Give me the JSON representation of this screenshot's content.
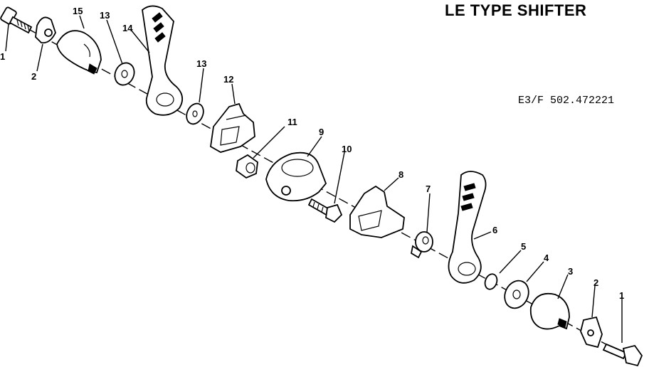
{
  "title": "LE TYPE SHIFTER",
  "reference": "E3/F 502.472221",
  "callouts": {
    "c1a": "1",
    "c2a": "2",
    "c15": "15",
    "c13a": "13",
    "c14": "14",
    "c13b": "13",
    "c12": "12",
    "c11": "11",
    "c9": "9",
    "c10": "10",
    "c8": "8",
    "c7": "7",
    "c6": "6",
    "c5": "5",
    "c4": "4",
    "c3": "3",
    "c2b": "2",
    "c1b": "1"
  }
}
